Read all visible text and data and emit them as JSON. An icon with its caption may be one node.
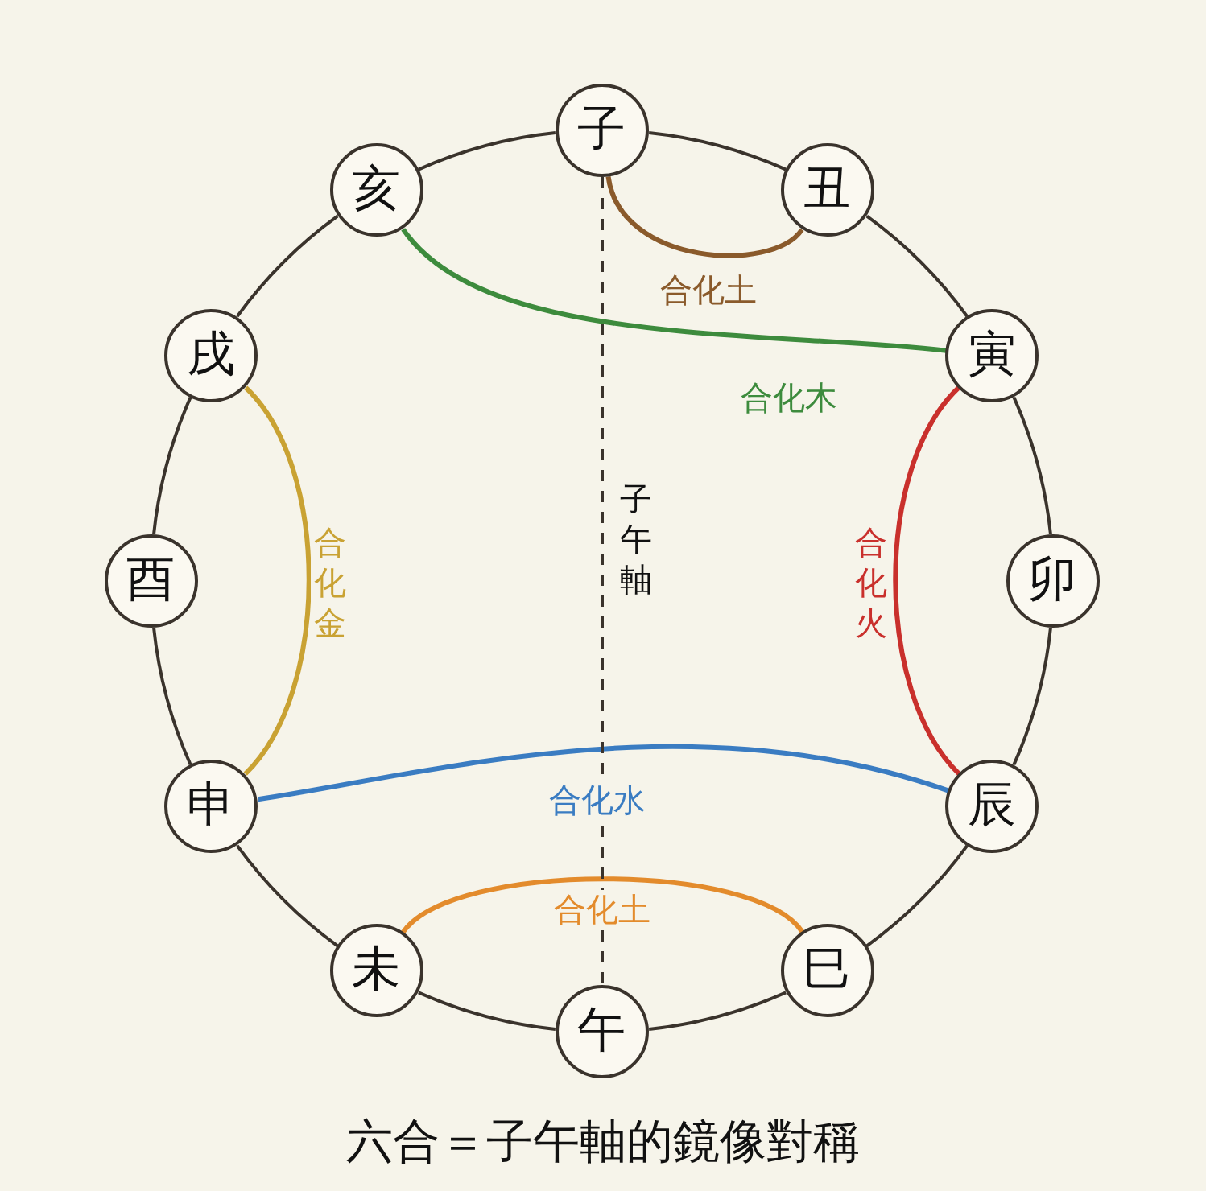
{
  "diagram": {
    "caption": "六合＝子午軸的鏡像對稱",
    "nodes": [
      {
        "text": [
          "子"
        ]
      },
      {
        "text": [
          "丑"
        ]
      },
      {
        "text": [
          "寅"
        ]
      },
      {
        "text": [
          "卯"
        ]
      },
      {
        "text": [
          "辰"
        ]
      },
      {
        "text": [
          "巳"
        ]
      },
      {
        "text": [
          "午"
        ]
      },
      {
        "text": [
          "未"
        ]
      },
      {
        "text": [
          "申"
        ]
      },
      {
        "text": [
          "酉"
        ]
      },
      {
        "text": [
          "戌"
        ]
      },
      {
        "text": [
          "亥"
        ]
      }
    ],
    "edges": [
      {
        "from": 0,
        "to": 1,
        "arrow": "none"
      },
      {
        "from": 1,
        "to": 2,
        "arrow": "none"
      },
      {
        "from": 2,
        "to": 3,
        "arrow": "none"
      },
      {
        "from": 3,
        "to": 4,
        "arrow": "none"
      },
      {
        "from": 4,
        "to": 5,
        "arrow": "none"
      },
      {
        "from": 5,
        "to": 6,
        "arrow": "none"
      },
      {
        "from": 6,
        "to": 7,
        "arrow": "none"
      },
      {
        "from": 7,
        "to": 8,
        "arrow": "none"
      },
      {
        "from": 8,
        "to": 9,
        "arrow": "none"
      },
      {
        "from": 9,
        "to": 10,
        "arrow": "none"
      },
      {
        "from": 10,
        "to": 11,
        "arrow": "none"
      },
      {
        "from": 11,
        "to": 0,
        "arrow": "none"
      },
      {
        "from": 0,
        "to": 1,
        "arrow": "none",
        "label": "合化土",
        "color": "#8a5a2b"
      },
      {
        "from": 11,
        "to": 2,
        "arrow": "none",
        "label": "合化木",
        "color": "#3d8b3d"
      },
      {
        "from": 10,
        "to": 8,
        "arrow": "none",
        "label": "合化金",
        "color": "#c9a233"
      },
      {
        "from": 2,
        "to": 4,
        "arrow": "none",
        "label": "合化火",
        "color": "#c9302c"
      },
      {
        "from": 8,
        "to": 4,
        "arrow": "none",
        "label": "合化水",
        "color": "#3a7cc2"
      },
      {
        "from": 7,
        "to": 5,
        "arrow": "none",
        "label": "合化土",
        "color": "#e38b2c"
      },
      {
        "from": 0,
        "to": 6,
        "arrow": "none",
        "label": "子午軸",
        "style": "dashed"
      }
    ]
  }
}
